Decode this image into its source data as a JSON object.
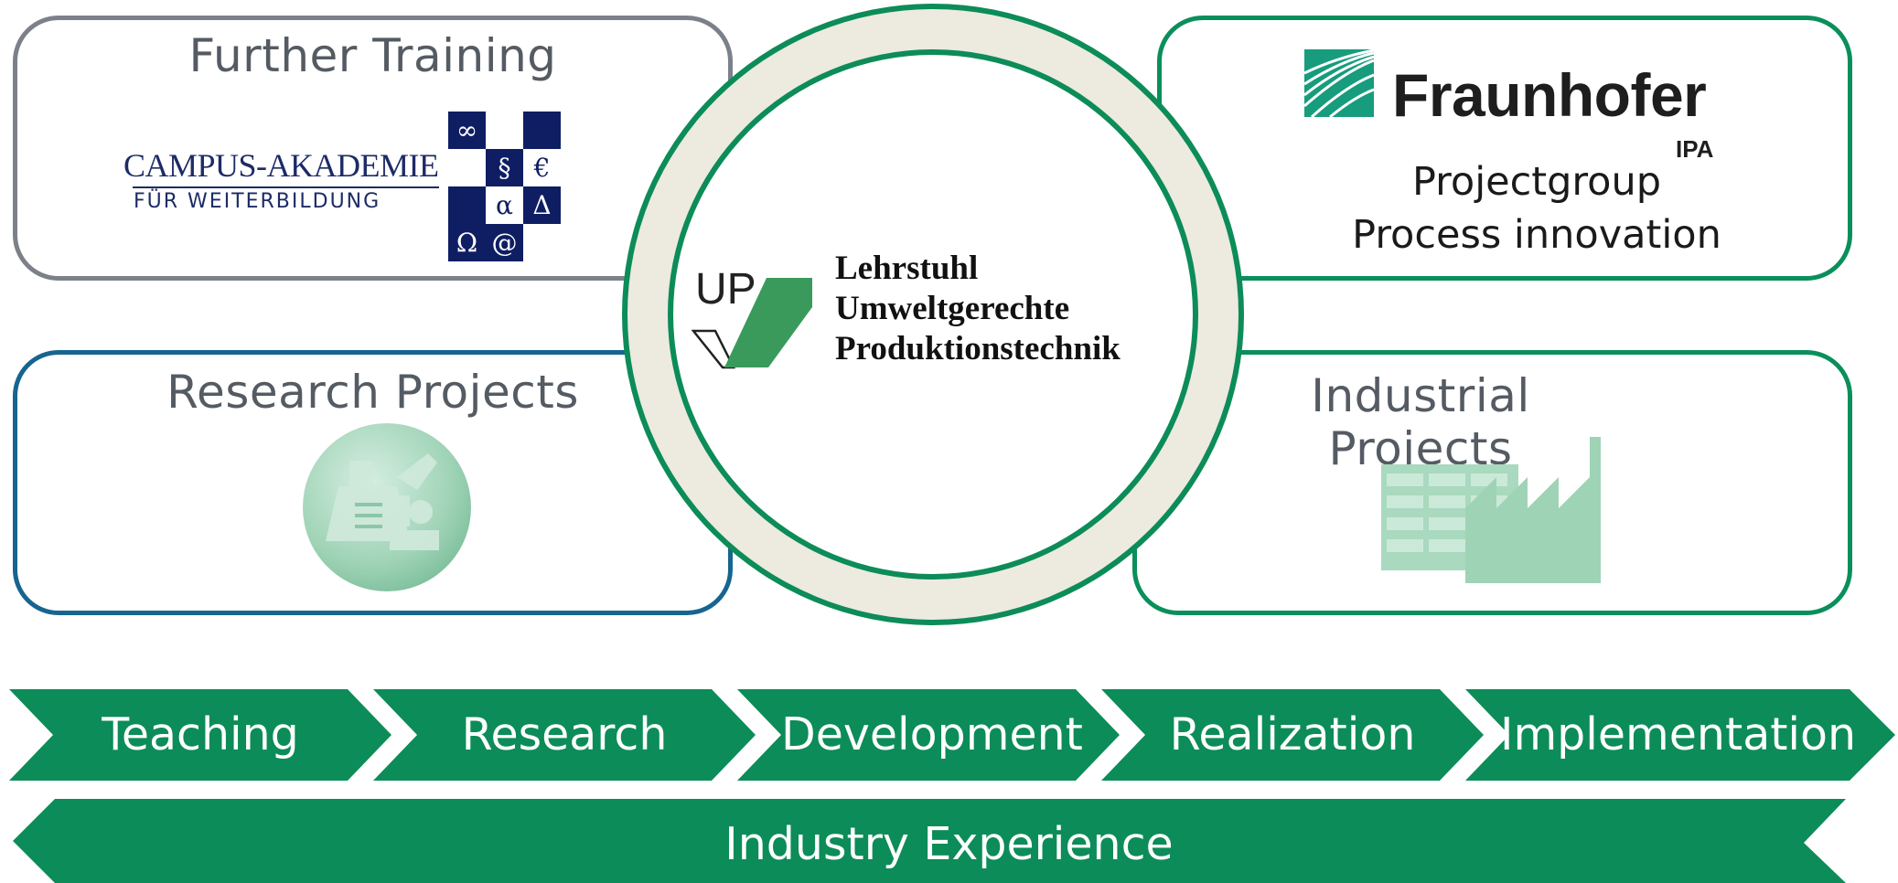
{
  "further_training": {
    "title": "Further Training",
    "logo_name": "CAMPUS-AKADEMIE",
    "logo_sub": "FÜR WEITERBILDUNG",
    "symbols": [
      "∞",
      "§",
      "€",
      "α",
      "Δ",
      "Ω",
      "@"
    ]
  },
  "research_projects": {
    "title": "Research Projects"
  },
  "fraunhofer": {
    "name": "Fraunhofer",
    "institute": "IPA",
    "line1": "Projectgroup",
    "line2": "Process innovation"
  },
  "industrial_projects": {
    "title": "Industrial Projects"
  },
  "center": {
    "abbr": "UP",
    "line1": "Lehrstuhl",
    "line2": "Umweltgerechte",
    "line3": "Produktionstechnik"
  },
  "process_steps": [
    "Teaching",
    "Research",
    "Development",
    "Realization",
    "Implementation"
  ],
  "bottom_bar": "Industry Experience",
  "colors": {
    "green": "#0c8c58",
    "blue": "#17658f",
    "grey": "#7c8189",
    "ring": "#edeae0",
    "navy": "#0f1e63"
  }
}
